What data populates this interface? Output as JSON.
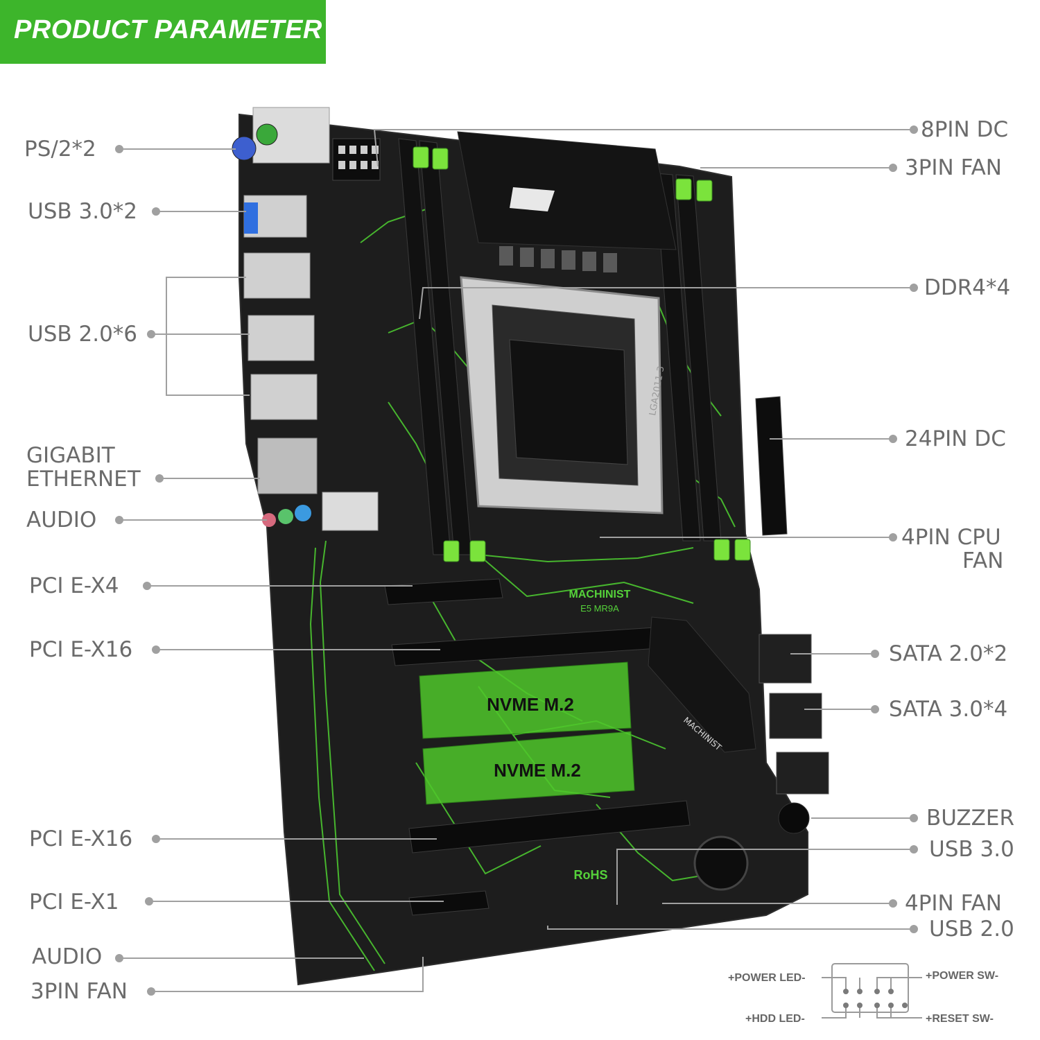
{
  "banner": {
    "title": "PRODUCT PARAMETER"
  },
  "colors": {
    "accent": "#3db52b",
    "board": "#1c1c1c",
    "trace": "#55d23a",
    "label": "#6b6b6b"
  },
  "left_labels": [
    {
      "id": "ps2",
      "text": "PS/2*2"
    },
    {
      "id": "usb30x2",
      "text": "USB 3.0*2"
    },
    {
      "id": "usb20x6",
      "text": "USB 2.0*6"
    },
    {
      "id": "gigabit",
      "text": "GIGABIT"
    },
    {
      "id": "ethernet",
      "text": "ETHERNET"
    },
    {
      "id": "audio_rear",
      "text": "AUDIO"
    },
    {
      "id": "pcie_x4",
      "text": "PCI E-X4"
    },
    {
      "id": "pcie_x16_top",
      "text": "PCI E-X16"
    },
    {
      "id": "pcie_x16_bottom",
      "text": "PCI E-X16"
    },
    {
      "id": "pcie_x1",
      "text": "PCI E-X1"
    },
    {
      "id": "audio_front",
      "text": "AUDIO"
    },
    {
      "id": "fan3pin_bottom",
      "text": "3PIN FAN"
    }
  ],
  "right_labels": [
    {
      "id": "dc8pin",
      "text": "8PIN DC"
    },
    {
      "id": "fan3pin_top",
      "text": "3PIN FAN"
    },
    {
      "id": "ddr4",
      "text": "DDR4*4"
    },
    {
      "id": "dc24pin",
      "text": "24PIN DC"
    },
    {
      "id": "cpufan_1",
      "text": "4PIN CPU"
    },
    {
      "id": "cpufan_2",
      "text": "FAN"
    },
    {
      "id": "sata20",
      "text": "SATA 2.0*2"
    },
    {
      "id": "sata30",
      "text": "SATA 3.0*4"
    },
    {
      "id": "buzzer",
      "text": "BUZZER"
    },
    {
      "id": "usb30_int",
      "text": "USB 3.0"
    },
    {
      "id": "fan4pin",
      "text": "4PIN FAN"
    },
    {
      "id": "usb20_int",
      "text": "USB 2.0"
    }
  ],
  "board": {
    "brand": "MACHINIST",
    "model": "E5 MR9A",
    "nvme_1": "NVME M.2",
    "nvme_2": "NVME M.2",
    "socket": "LGA2011-3",
    "rohs": "RoHS",
    "heatsink_brand": "MACHINIST"
  },
  "front_panel": {
    "power_led": "+POWER LED-",
    "power_sw": "+POWER SW-",
    "hdd_led": "+HDD LED-",
    "reset_sw": "+RESET SW-"
  }
}
